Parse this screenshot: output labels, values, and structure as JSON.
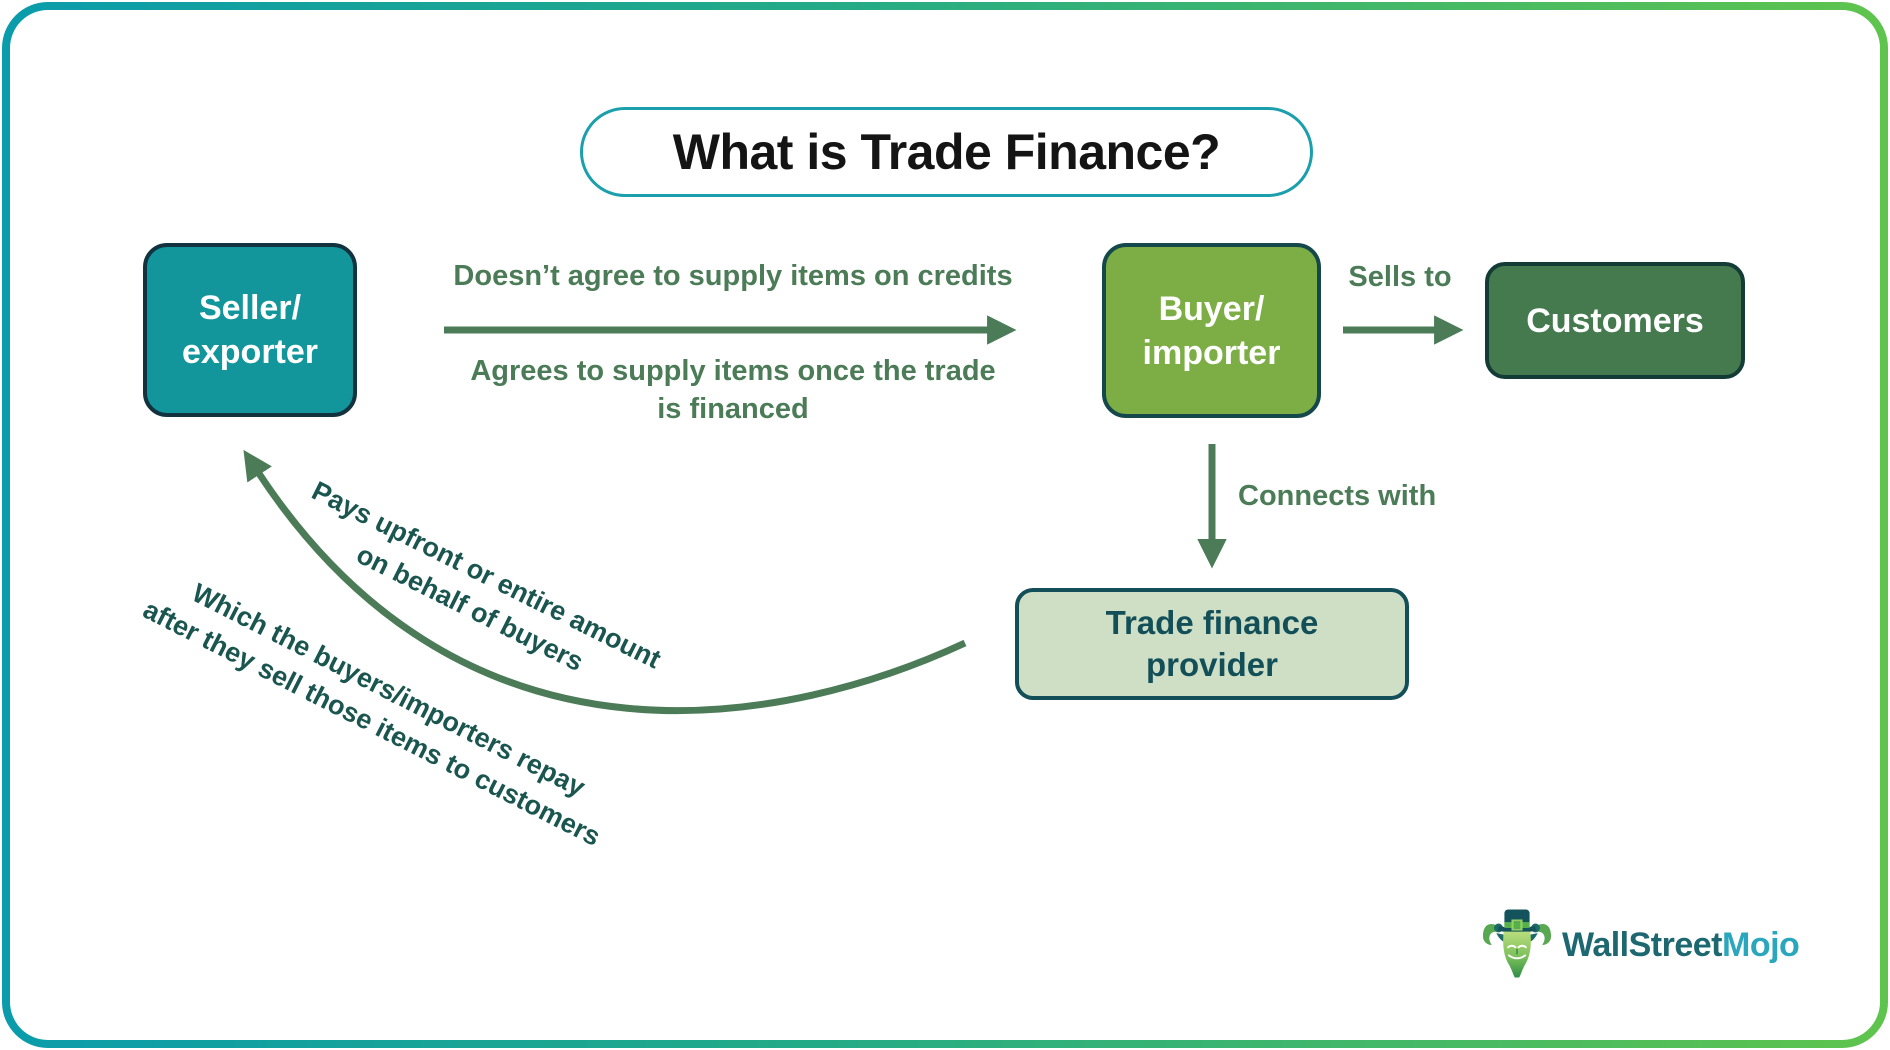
{
  "title": "What is Trade Finance?",
  "nodes": {
    "seller": {
      "line1": "Seller/",
      "line2": "exporter"
    },
    "buyer": {
      "line1": "Buyer/",
      "line2": "importer"
    },
    "customers": {
      "label": "Customers"
    },
    "provider": {
      "line1": "Trade finance",
      "line2": "provider"
    }
  },
  "labels": {
    "no_credit": "Doesn’t agree to supply items on credits",
    "agrees_line1": "Agrees to supply items once the trade",
    "agrees_line2": "is financed",
    "sells_to": "Sells to",
    "connects_with": "Connects with",
    "pays_line1": "Pays upfront or entire amount",
    "pays_line2": "on behalf of buyers",
    "repay_line1": "Which the buyers/importers repay",
    "repay_line2": "after they sell those items to customers"
  },
  "logo": {
    "part1": "WallStreet",
    "part2": "Mojo"
  },
  "colors": {
    "seller_bg": "#12969c",
    "buyer_bg": "#7dae45",
    "customers_bg": "#45794e",
    "provider_bg": "#cfdfc5",
    "provider_text": "#134f58",
    "arrow_green": "#4c7c57",
    "curve_label_text": "#1a564f",
    "title_border": "#1c9fad",
    "frame_gradient_start": "#0a9cab",
    "frame_gradient_end": "#5fc44d",
    "logo_dark": "#1d6770",
    "logo_cyan": "#2aa6bd"
  }
}
